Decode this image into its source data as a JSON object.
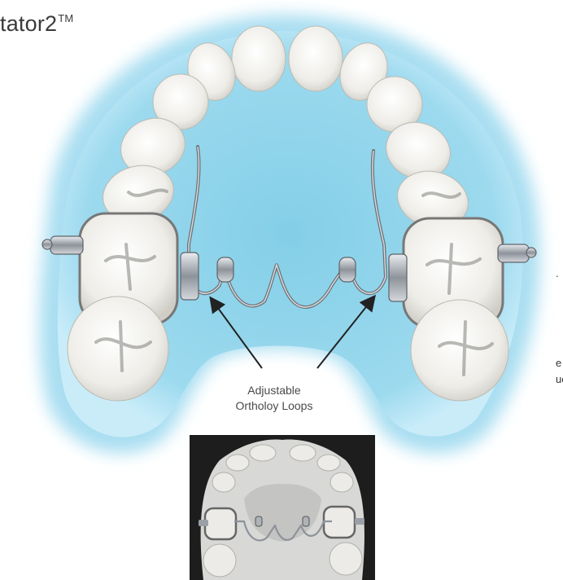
{
  "title": {
    "text": "tator2",
    "tm": "TM"
  },
  "margin_fragments": [
    ".",
    "e",
    "ue"
  ],
  "callout": {
    "line1": "Adjustable",
    "line2": "Ortholoy Loops"
  },
  "colors": {
    "gum": "#8fd3ea",
    "tooth": "#f2f1ed",
    "metal": "#8a8f95",
    "photo_bg": "#1d1d1d"
  }
}
